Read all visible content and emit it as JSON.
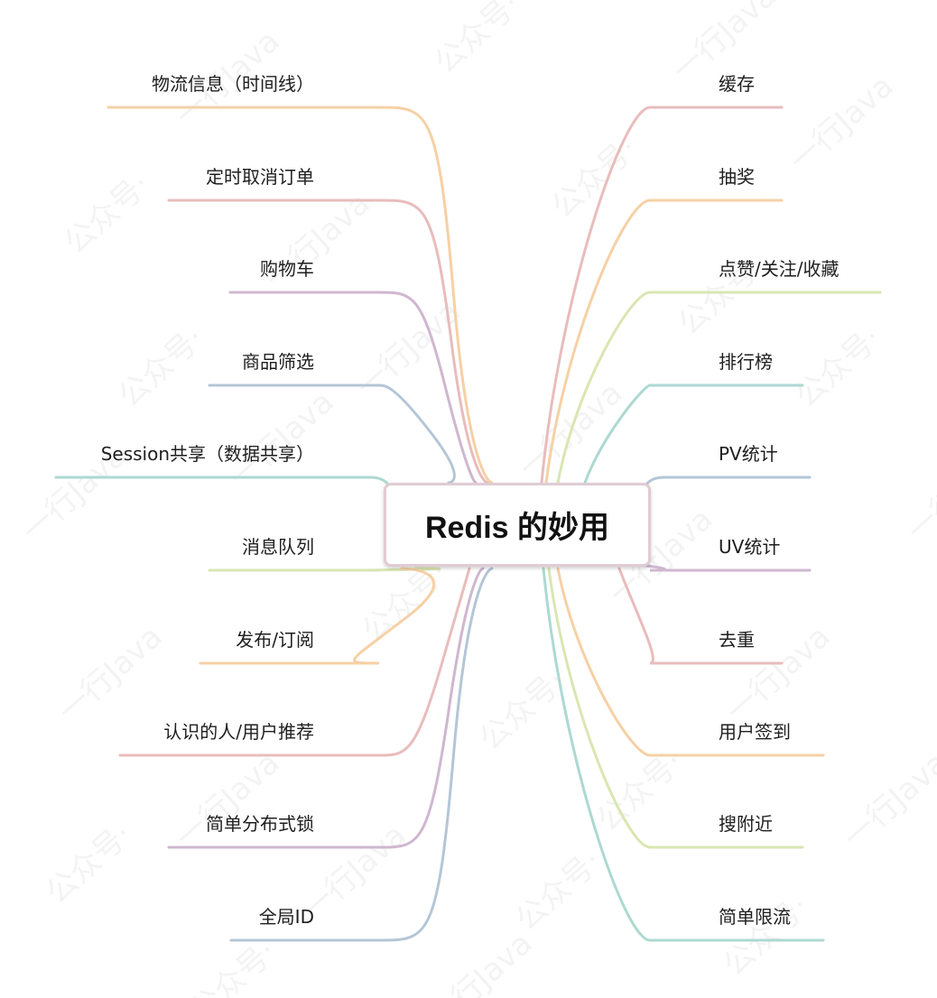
{
  "root": {
    "label": "Redis 的妙用"
  },
  "left_branches": [
    {
      "label": "物流信息（时间线）",
      "color": "#f6d0a5"
    },
    {
      "label": "定时取消订单",
      "color": "#e9bcbc"
    },
    {
      "label": "购物车",
      "color": "#cfb7cf"
    },
    {
      "label": "商品筛选",
      "color": "#b4c6d6"
    },
    {
      "label": "Session共享（数据共享）",
      "color": "#acd9d1"
    },
    {
      "label": "消息队列",
      "color": "#d9e6b2"
    },
    {
      "label": "发布/订阅",
      "color": "#f6d0a5"
    },
    {
      "label": "认识的人/用户推荐",
      "color": "#e9bcbc"
    },
    {
      "label": "简单分布式锁",
      "color": "#cfb7cf"
    },
    {
      "label": "全局ID",
      "color": "#b4c6d6"
    }
  ],
  "right_branches": [
    {
      "label": "缓存",
      "color": "#e9bcbc"
    },
    {
      "label": "抽奖",
      "color": "#f6d0a5"
    },
    {
      "label": "点赞/关注/收藏",
      "color": "#d9e6b2"
    },
    {
      "label": "排行榜",
      "color": "#acd9d1"
    },
    {
      "label": "PV统计",
      "color": "#b4c6d6"
    },
    {
      "label": "UV统计",
      "color": "#cfb7cf"
    },
    {
      "label": "去重",
      "color": "#e9bcbc"
    },
    {
      "label": "用户签到",
      "color": "#f6d0a5"
    },
    {
      "label": "搜附近",
      "color": "#d9e6b2"
    },
    {
      "label": "简单限流",
      "color": "#acd9d1"
    }
  ],
  "watermark": {
    "text_a": "公众号·",
    "text_b": "一行Java"
  }
}
